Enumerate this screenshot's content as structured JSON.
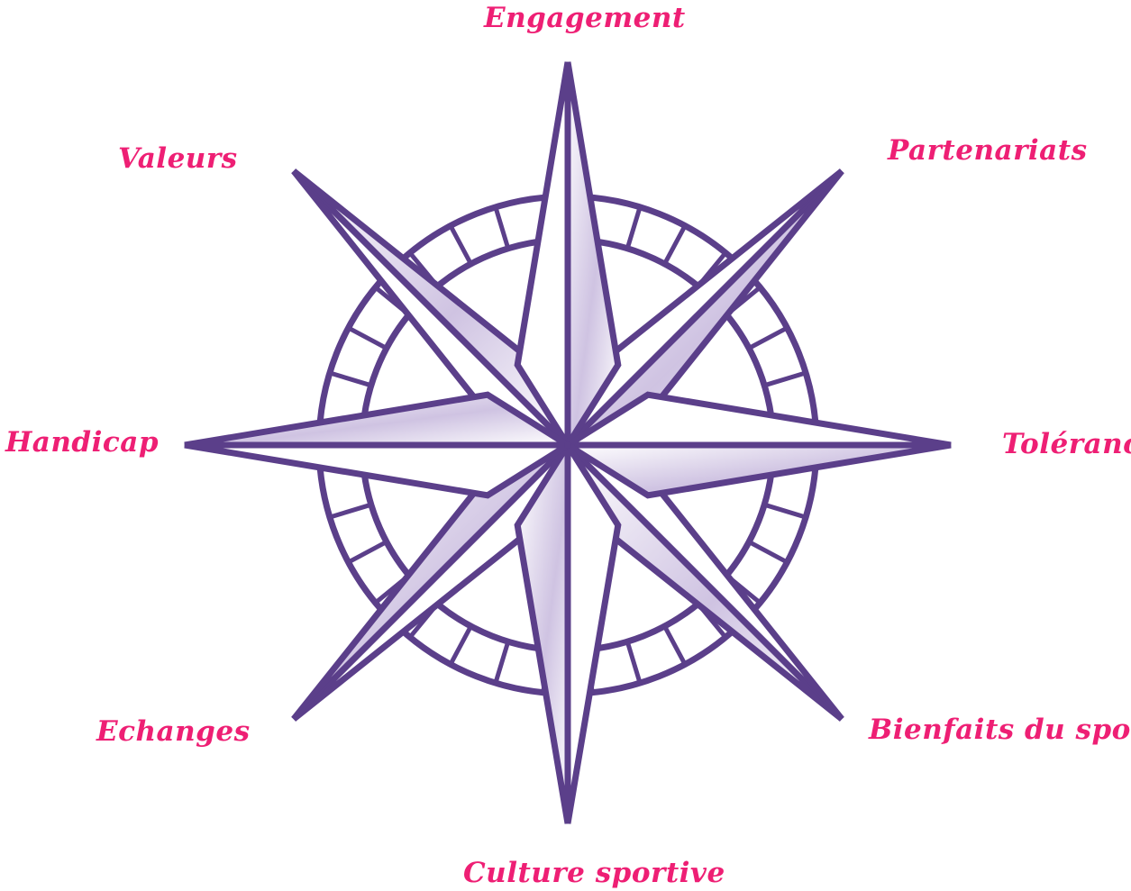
{
  "colors": {
    "star": "#5b3f8a",
    "shade": "#d7cde8",
    "label": "#ee1f74"
  },
  "labels": {
    "north": "Engagement",
    "north_east": "Partenariats",
    "east": "Tolérance",
    "south_east": "Bienfaits du sport",
    "south": "Culture sportive",
    "south_west": "Echanges",
    "west": "Handicap",
    "north_west": "Valeurs"
  }
}
